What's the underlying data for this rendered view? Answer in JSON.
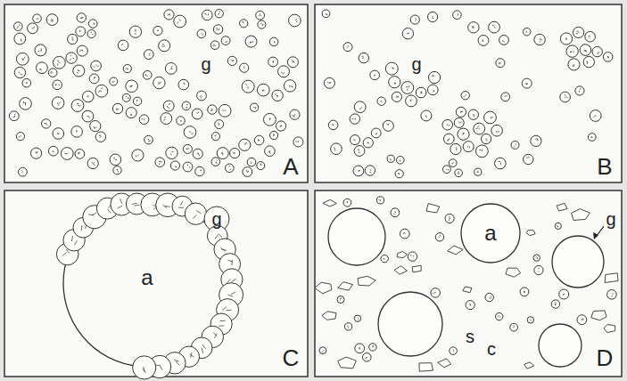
{
  "diagram": {
    "labels": [
      "A",
      "g",
      "B",
      "g",
      "C",
      "a",
      "g",
      "D",
      "a",
      "g",
      "s",
      "c"
    ]
  }
}
